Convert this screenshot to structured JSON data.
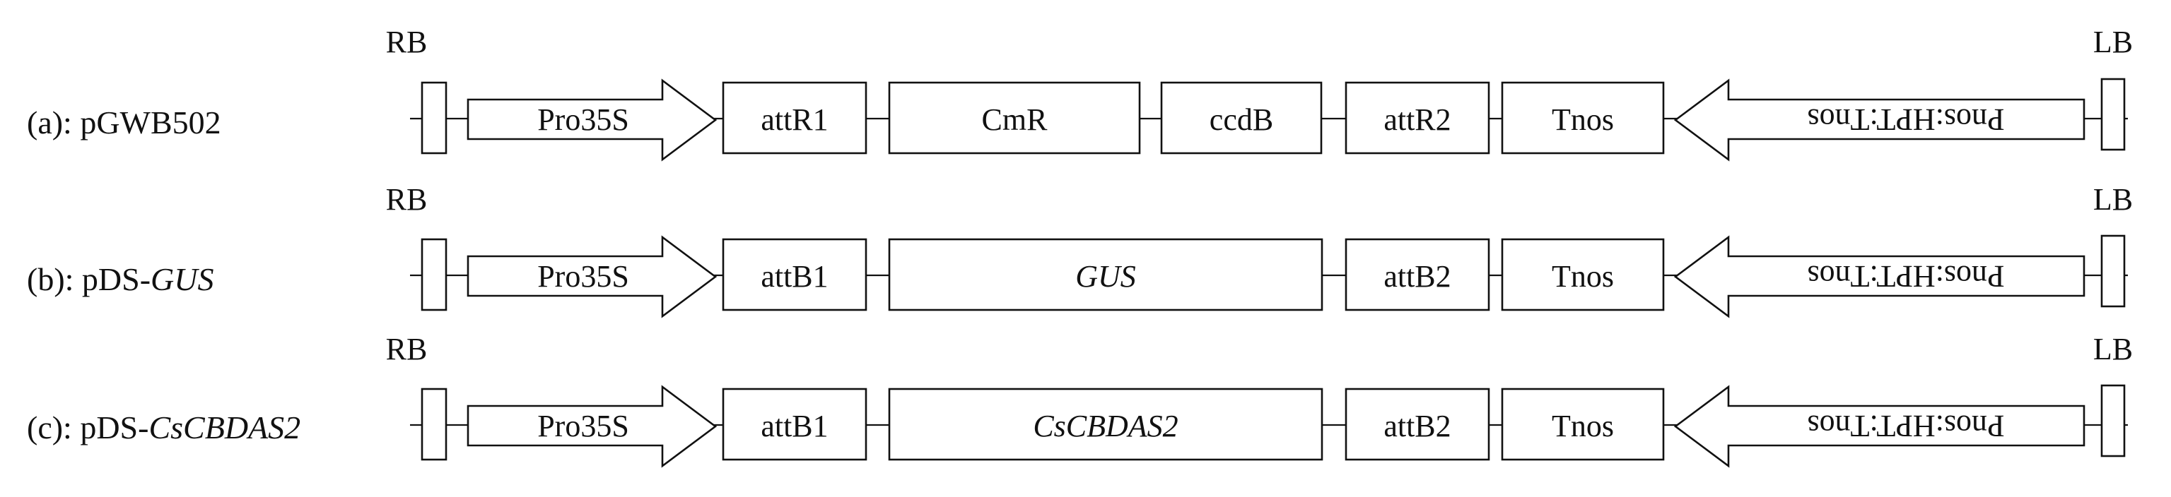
{
  "constructs": [
    {
      "label_prefix": "(a): pGWB502",
      "label_italic": "",
      "rb": "RB",
      "lb": "LB",
      "elements": [
        "Pro35S",
        "attR1",
        "CmR",
        "ccdB",
        "attR2",
        "Tnos"
      ],
      "reverse_element": "Pnos:HPT:Tnos"
    },
    {
      "label_prefix": "(b): pDS-",
      "label_italic": "GUS",
      "rb": "RB",
      "lb": "LB",
      "elements": [
        "Pro35S",
        "attB1",
        "GUS",
        "attB2",
        "Tnos"
      ],
      "reverse_element": "Pnos:HPT:Tnos"
    },
    {
      "label_prefix": "(c): pDS-",
      "label_italic": "CsCBDAS2",
      "rb": "RB",
      "lb": "LB",
      "elements": [
        "Pro35S",
        "attB1",
        "CsCBDAS2",
        "attB2",
        "Tnos"
      ],
      "reverse_element": "Pnos:HPT:Tnos"
    }
  ]
}
